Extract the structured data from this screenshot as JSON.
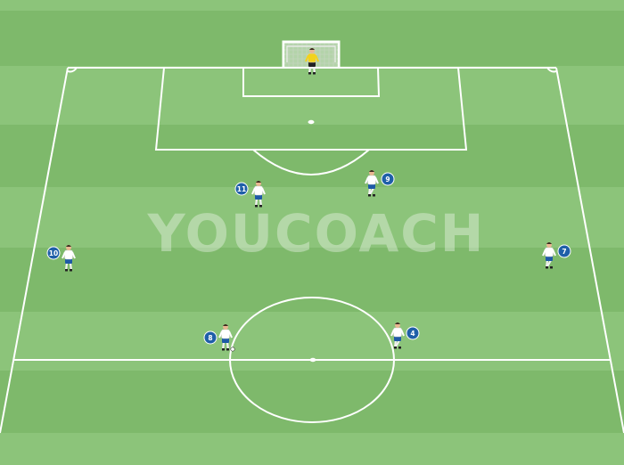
{
  "watermark": "YOUCOACH",
  "colors": {
    "stripe_light": "#8cc47a",
    "stripe_dark": "#7eb96b",
    "lines": "#ffffff",
    "badge": "#1f5fa8",
    "goalkeeper": "#f2d21b",
    "shirt": "#ffffff",
    "shorts": "#1e5aa6"
  },
  "goalkeeper": {
    "label": "",
    "name": "goalkeeper"
  },
  "players": [
    {
      "number": "11",
      "name": "player-11"
    },
    {
      "number": "9",
      "name": "player-9"
    },
    {
      "number": "10",
      "name": "player-10"
    },
    {
      "number": "7",
      "name": "player-7"
    },
    {
      "number": "8",
      "name": "player-8"
    },
    {
      "number": "4",
      "name": "player-4"
    }
  ]
}
